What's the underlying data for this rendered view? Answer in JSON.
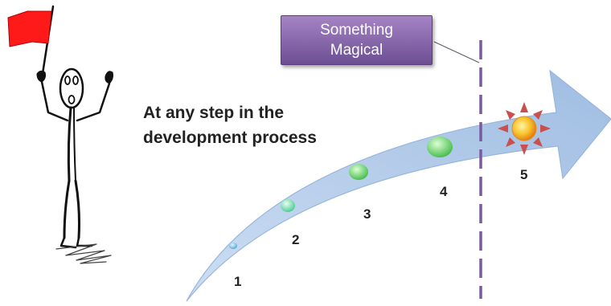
{
  "caption": {
    "line1": "At any step in the",
    "line2": "development process"
  },
  "callout": {
    "line1": "Something",
    "line2": "Magical",
    "color": "#8e6bb3"
  },
  "steps": [
    {
      "label": "1"
    },
    {
      "label": "2"
    },
    {
      "label": "3"
    },
    {
      "label": "4"
    },
    {
      "label": "5"
    }
  ],
  "icons": {
    "figure": "stick-figure-icon",
    "flag": "red-flag-icon",
    "sun": "sun-icon"
  },
  "colors": {
    "arrow": "#a9c4e6",
    "flag": "#ff0000",
    "divider": "#7b5a9e",
    "sun": "#f6b21b",
    "sun_rays": "#c04a4a"
  }
}
